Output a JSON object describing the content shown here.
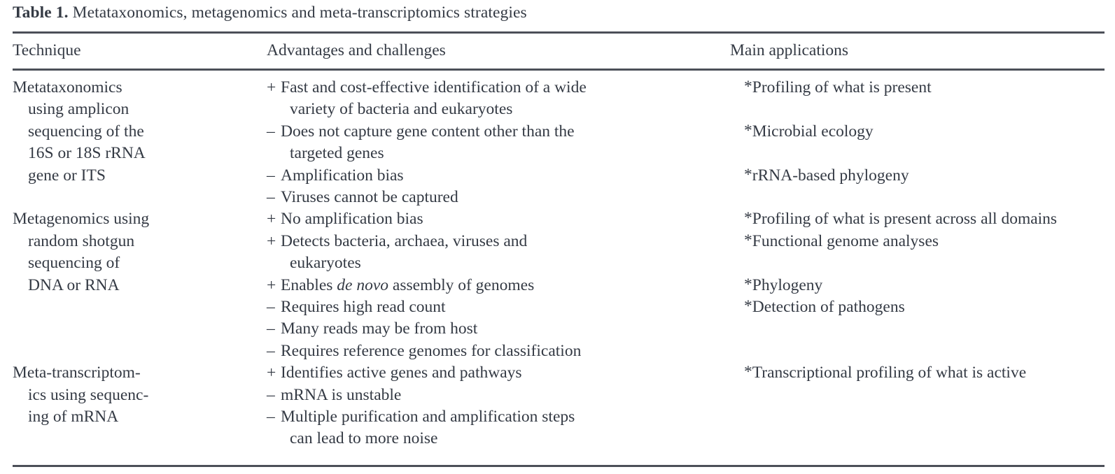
{
  "caption": {
    "label": "Table 1.",
    "text": " Metataxonomics, metagenomics and meta-transcriptomics strategies"
  },
  "colors": {
    "text": "#343a44",
    "rule": "#4c5058",
    "background": "#ffffff"
  },
  "columns": {
    "technique": "Technique",
    "advantages": "Advantages and challenges",
    "applications": "Main applications"
  },
  "markers": {
    "plus": "+",
    "minus": "–",
    "star": "*"
  },
  "rows": [
    {
      "technique_lines": [
        "Metataxonomics",
        "using amplicon",
        "sequencing of the",
        "16S or 18S rRNA",
        "gene or ITS"
      ],
      "advantages": [
        {
          "marker": "+",
          "lines": [
            "Fast and cost-effective identification of a wide",
            "variety of bacteria and eukaryotes"
          ]
        },
        {
          "marker": "–",
          "lines": [
            "Does not capture gene content other than the",
            "targeted genes"
          ]
        },
        {
          "marker": "–",
          "lines": [
            "Amplification bias"
          ]
        },
        {
          "marker": "–",
          "lines": [
            "Viruses cannot be captured"
          ]
        }
      ],
      "applications": [
        {
          "text": "Profiling of what is present"
        },
        {
          "text": "",
          "spacer": true
        },
        {
          "text": "Microbial ecology"
        },
        {
          "text": "",
          "spacer": true
        },
        {
          "text": "rRNA-based phylogeny"
        }
      ]
    },
    {
      "technique_lines": [
        "Metagenomics using",
        "random shotgun",
        "sequencing of",
        "DNA or RNA"
      ],
      "advantages": [
        {
          "marker": "+",
          "lines": [
            "No amplification bias"
          ]
        },
        {
          "marker": "+",
          "lines": [
            "Detects bacteria, archaea, viruses and",
            "eukaryotes"
          ]
        },
        {
          "marker": "+",
          "lines": [
            "Enables de novo assembly of genomes"
          ],
          "italic_span": "de novo"
        },
        {
          "marker": "–",
          "lines": [
            "Requires high read count"
          ]
        },
        {
          "marker": "–",
          "lines": [
            "Many reads may be from host"
          ]
        },
        {
          "marker": "–",
          "lines": [
            "Requires reference genomes for classification"
          ]
        }
      ],
      "applications": [
        {
          "text": "Profiling of what is present across all domains"
        },
        {
          "text": "Functional genome analyses"
        },
        {
          "text": "",
          "spacer": true
        },
        {
          "text": "Phylogeny"
        },
        {
          "text": "Detection of pathogens"
        }
      ]
    },
    {
      "technique_lines": [
        "Meta-transcriptom-",
        "ics using sequenc-",
        "ing of mRNA"
      ],
      "advantages": [
        {
          "marker": "+",
          "lines": [
            "Identifies active genes and pathways"
          ]
        },
        {
          "marker": "–",
          "lines": [
            "mRNA is unstable"
          ]
        },
        {
          "marker": "–",
          "lines": [
            "Multiple purification and amplification steps",
            "can lead to more noise"
          ]
        }
      ],
      "applications": [
        {
          "text": "Transcriptional profiling of what is active"
        }
      ]
    }
  ]
}
